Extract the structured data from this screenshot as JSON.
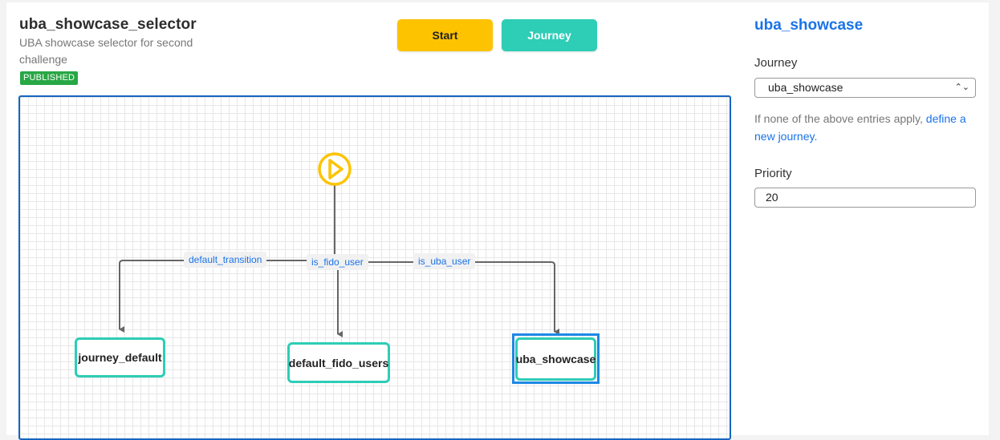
{
  "header": {
    "title": "uba_showcase_selector",
    "subtitle": "UBA showcase selector for second challenge",
    "status_badge": "PUBLISHED",
    "start_label": "Start",
    "journey_label": "Journey"
  },
  "flow": {
    "edges": {
      "default_transition": "default_transition",
      "is_fido_user": "is_fido_user",
      "is_uba_user": "is_uba_user"
    },
    "nodes": {
      "journey_default": "journey_default",
      "default_fido_users": "default_fido_users",
      "uba_showcase": "uba_showcase"
    }
  },
  "panel": {
    "title": "uba_showcase",
    "journey_label": "Journey",
    "journey_value": "uba_showcase",
    "help_text": "If none of the above entries apply, ",
    "help_link": "define a new journey.",
    "priority_label": "Priority",
    "priority_value": "20"
  },
  "colors": {
    "accent": "#1a73e8",
    "start_button": "#fdc300",
    "journey_button": "#2ecdb6",
    "node_border": "#2ecdb6",
    "selection": "#1e88e5",
    "badge": "#28a745"
  }
}
